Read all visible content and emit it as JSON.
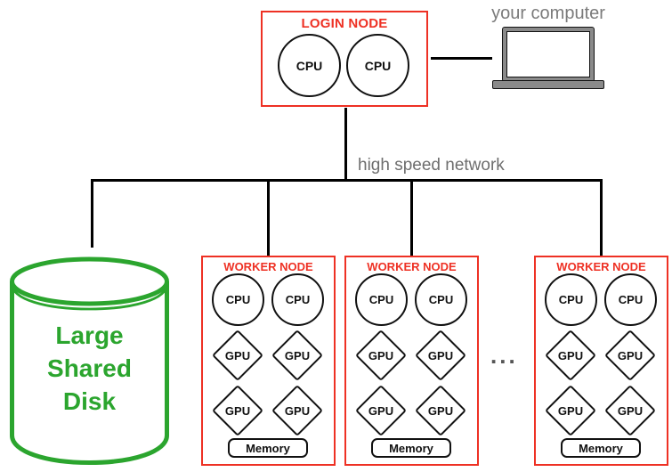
{
  "colors": {
    "node_red": "#ee3124",
    "disk_green": "#2ba52e",
    "label_gray": "#6e6e6e",
    "laptop_gray": "#8a8a8a",
    "line_black": "#000000"
  },
  "login_node": {
    "title": "LOGIN NODE",
    "cpus": [
      "CPU",
      "CPU"
    ]
  },
  "your_computer": {
    "label": "your computer"
  },
  "network": {
    "label": "high speed network"
  },
  "shared_disk": {
    "line1": "Large",
    "line2": "Shared",
    "line3": "Disk"
  },
  "worker_nodes": [
    {
      "title": "WORKER NODE",
      "cpus": [
        "CPU",
        "CPU"
      ],
      "gpus": [
        "GPU",
        "GPU",
        "GPU",
        "GPU"
      ],
      "memory": "Memory"
    },
    {
      "title": "WORKER NODE",
      "cpus": [
        "CPU",
        "CPU"
      ],
      "gpus": [
        "GPU",
        "GPU",
        "GPU",
        "GPU"
      ],
      "memory": "Memory"
    },
    {
      "title": "WORKER NODE",
      "cpus": [
        "CPU",
        "CPU"
      ],
      "gpus": [
        "GPU",
        "GPU",
        "GPU",
        "GPU"
      ],
      "memory": "Memory"
    }
  ],
  "ellipsis": "..."
}
